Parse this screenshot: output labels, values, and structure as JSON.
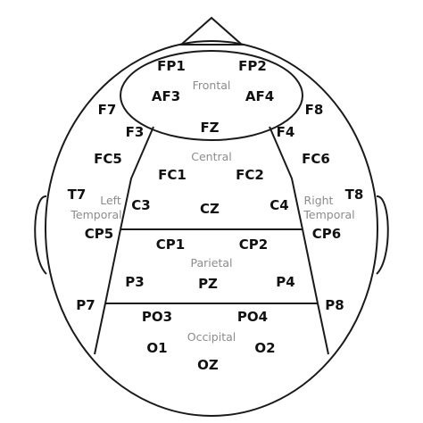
{
  "diagram": {
    "regions": {
      "frontal": "Frontal",
      "central": "Central",
      "parietal": "Parietal",
      "occipital": "Occipital",
      "left_temporal_1": "Left",
      "left_temporal_2": "Temporal",
      "right_temporal_1": "Right",
      "right_temporal_2": "Temporal"
    },
    "electrodes": {
      "fp1": "FP1",
      "fp2": "FP2",
      "af3": "AF3",
      "af4": "AF4",
      "f7": "F7",
      "f8": "F8",
      "f3": "F3",
      "f4": "F4",
      "fz": "FZ",
      "fc5": "FC5",
      "fc6": "FC6",
      "fc1": "FC1",
      "fc2": "FC2",
      "t7": "T7",
      "t8": "T8",
      "c3": "C3",
      "c4": "C4",
      "cz": "CZ",
      "cp5": "CP5",
      "cp6": "CP6",
      "cp1": "CP1",
      "cp2": "CP2",
      "p3": "P3",
      "p4": "P4",
      "pz": "PZ",
      "p7": "P7",
      "p8": "P8",
      "po3": "PO3",
      "po4": "PO4",
      "o1": "O1",
      "o2": "O2",
      "oz": "OZ"
    }
  }
}
